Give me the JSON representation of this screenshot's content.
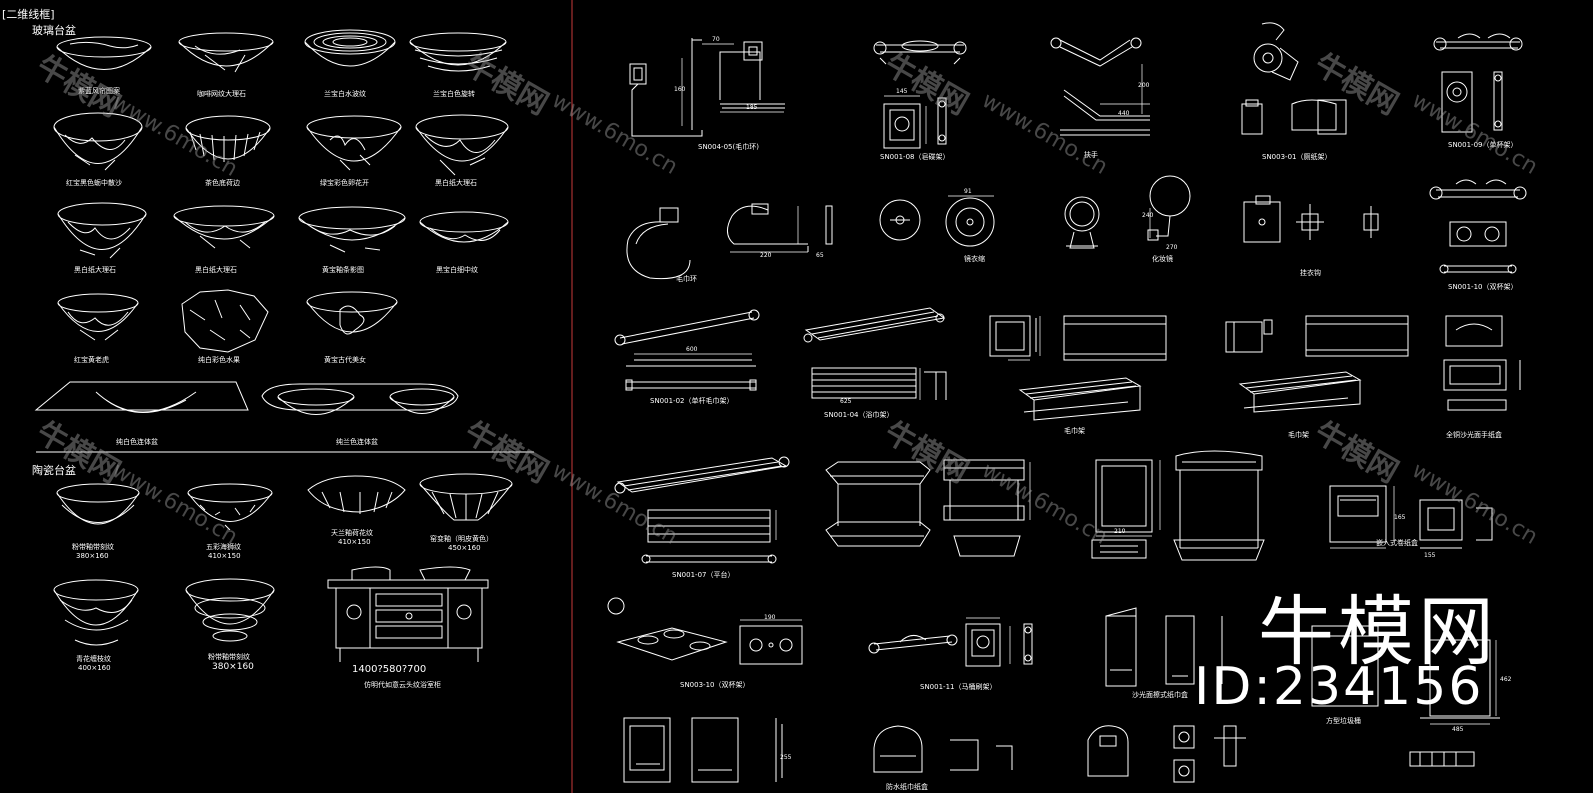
{
  "frame_tag": "[二维线框]",
  "sections": {
    "glass_basins": "玻璃台盆",
    "ceramic_basins": "陶瓷台盆"
  },
  "basin_labels": [
    "紫蓝风帘图案",
    "咖啡网纹大理石",
    "兰宝白水波纹",
    "兰宝白色旋转",
    "红宝黑色蛎中散沙",
    "茶色底荷边",
    "绿宝彩色卵花开",
    "黑白纸大理石",
    "黑白纸大理石",
    "黑白纸大理石",
    "黄宝釉条影图",
    "黑宝白细中纹",
    "红宝黄老虎",
    "纯白彩色水果",
    "黄宝古代美女",
    "纯白色连体盆",
    "纯兰色连体盆"
  ],
  "ceramic_labels": [
    {
      "name": "粉带釉带刻纹",
      "size": "380×160"
    },
    {
      "name": "五彩海狮纹",
      "size": "410×150"
    },
    {
      "name": "天兰釉荷花纹",
      "size": "410×150"
    },
    {
      "name": "窑变釉（明皮黄色）",
      "size": "450×160"
    },
    {
      "name": "青花缠枝纹",
      "size": "400×160"
    },
    {
      "name": "粉带釉带刻纹",
      "size": "380×160"
    },
    {
      "name": "1400?580?700",
      "size": "仿明代如意云头纹浴室柜"
    }
  ],
  "fixture_labels": {
    "sn004_05": "SN004-05(毛巾环)",
    "sn001_08": "SN001-08（皂碟架）",
    "grab_bar": "扶手",
    "sn003_01": "SN003-01（厕纸架）",
    "sn001_09": "SN001-09（单杯架）",
    "towel_ring": "毛巾环",
    "mirror_cap": "镜衣缩",
    "makeup_mirror": "化妆镜",
    "coat_hook": "挂衣钩",
    "sn001_10": "SN001-10（双杯架）",
    "sn001_02": "SN001-02（单杆毛巾架）",
    "sn001_04": "SN001-04（浴巾架）",
    "towel_rack_a": "毛巾架",
    "towel_rack_b": "毛巾架",
    "tissue_box": "全铜沙光面手纸盒",
    "sn001_07": "SN001-07（平台）",
    "recessed_paper": "嵌入式卷纸盒",
    "sn003_10": "SN003-10（双杯架）",
    "sn001_11": "SN001-11（马桶刷架）",
    "satin_dispenser": "沙光面擦式纸巾盒",
    "waste_bin": "方型垃圾桶",
    "waterproof_paper": "防水纸巾纸盒"
  },
  "dimensions": [
    "70",
    "185",
    "160",
    "145",
    "200",
    "440",
    "220",
    "240",
    "65",
    "600",
    "625",
    "270",
    "210",
    "255",
    "155",
    "165",
    "485",
    "462",
    "190",
    "91"
  ],
  "watermarks": {
    "brand": "牛模网",
    "url": "www.6mo.cn"
  },
  "big_brand": "牛模网",
  "big_id": "ID:234156"
}
